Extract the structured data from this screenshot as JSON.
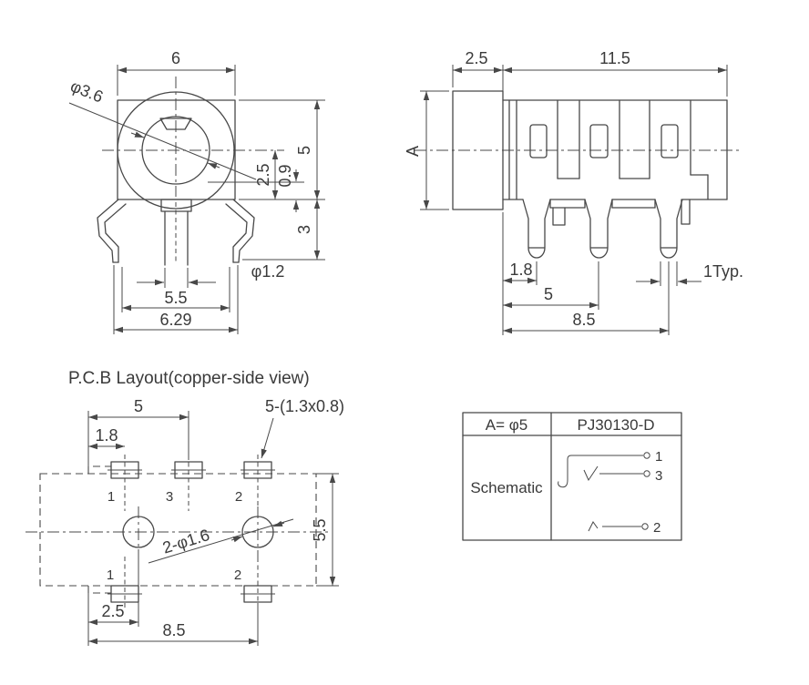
{
  "colors": {
    "line": "#484848",
    "text": "#3a3a3a",
    "background": "#ffffff"
  },
  "front_view": {
    "dims": {
      "top_width": "6",
      "bushing_dia": "φ3.6",
      "height": "5",
      "center_to_base": "2.5",
      "ring_step": "0.9",
      "leg_length": "3",
      "pin_dia": "φ1.2",
      "leg_span": "5.5",
      "overall_width": "6.29"
    }
  },
  "side_view": {
    "dims": {
      "barrel_length": "2.5",
      "body_length": "11.5",
      "barrel_dia": "A",
      "pin1_offset": "1.8",
      "pin2_offset": "5",
      "pin3_offset": "8.5",
      "pin_width": "1Typ."
    }
  },
  "pcb_view": {
    "title": "P.C.B Layout(copper-side view)",
    "dims": {
      "pad_pitch": "5",
      "pad1_offset": "1.8",
      "pad_size": "5-(1.3x0.8)",
      "holes": "2-φ1.6",
      "body_depth": "5.5",
      "hole1_offset": "2.5",
      "hole2_offset": "8.5"
    },
    "pads_top": [
      "1",
      "3",
      "2"
    ],
    "pads_bottom": [
      "1",
      "2"
    ]
  },
  "spec_table": {
    "a_value": "A= φ5",
    "part_number": "PJ30130-D",
    "row_label": "Schematic",
    "terminals": [
      "1",
      "3",
      "2"
    ]
  }
}
